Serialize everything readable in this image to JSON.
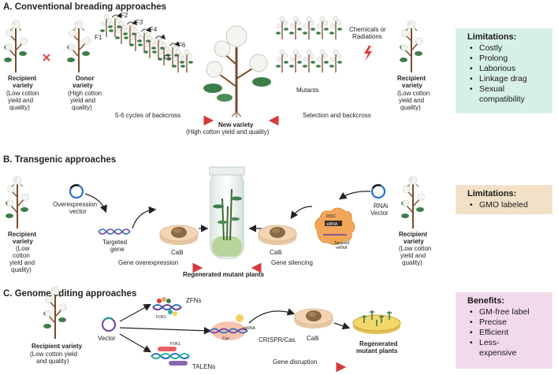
{
  "sections": {
    "a": {
      "title": "A. Conventional breading approaches",
      "recipient_label": "Recipient",
      "recipient_label2": "variety",
      "recipient_desc": [
        "(Low cotton",
        "yield and",
        "quality)"
      ],
      "donor_label": "Donor",
      "donor_label2": "variety",
      "donor_desc": [
        "(High cotton",
        "yield and",
        "quality)"
      ],
      "generations": [
        "F1",
        "F2",
        "F3",
        "F4",
        "F5",
        "F6"
      ],
      "backcross_label": "5-6 cycles of backcross",
      "new_variety_label": "New variety",
      "new_variety_desc": "(High cotton yield and quality)",
      "mutants_label": "Mutants",
      "chem_label": [
        "Chemicals or",
        "Radiations"
      ],
      "selection_label": "Selection and backcross",
      "recipient2_label": "Recipient",
      "recipient2_label2": "variety",
      "recipient2_desc": [
        "(Low cotton",
        "yield and",
        "quality)"
      ]
    },
    "b": {
      "title": "B. Transgenic approaches",
      "recipient_label": "Recipient",
      "recipient_label2": "variety",
      "recipient_desc": [
        "(Low",
        "cotton",
        "yield and",
        "quality)"
      ],
      "overexpression_vector": [
        "Overexpression",
        "vector"
      ],
      "targeted_gene": [
        "Targeted",
        "gene"
      ],
      "calli_left": "Calli",
      "calli_right": "Calli",
      "gene_overexpression": "Gene overexpression",
      "gene_silencing": "Gene silencing",
      "regenerated": "Regenerated mutant plants",
      "rnai_vector": [
        "RNAi",
        "Vector"
      ],
      "risc": "RISC",
      "sirna": "siRNA",
      "targeted_mrna": [
        "Targeted",
        "mRNA"
      ],
      "recipient2_label": "Recipient",
      "recipient2_label2": "variety",
      "recipient2_desc": [
        "(Low cotton",
        "yield and",
        "quality)"
      ]
    },
    "c": {
      "title": "C. Genome editing approaches",
      "recipient_label": "Recipient  variety",
      "recipient_desc": [
        "(Low cotton yield",
        "and quality)"
      ],
      "vector": "Vector",
      "zfns": "ZFNs",
      "fok1_top": "FOK1",
      "fok1_bottom": "FOK1",
      "cas": "Cas",
      "sgrna": "sgRNA",
      "crispr": "CRISPR/Cas",
      "talens": "TALENs",
      "calli": "Calli",
      "regenerated": [
        "Regenerated",
        "mutant plants"
      ],
      "gene_disruption": "Gene disruption"
    }
  },
  "boxes": {
    "a": {
      "title": "Limitations:",
      "items": [
        "Costly",
        "Prolong",
        "Laborious",
        "Linkage drag",
        "Sexual",
        "compatibility"
      ],
      "color": "#d7efe9"
    },
    "b": {
      "title": "Limitations:",
      "items": [
        "GMO labeled"
      ],
      "color": "#f2e1c6"
    },
    "c": {
      "title": "Benefits:",
      "items": [
        "GM-free label",
        "Precise",
        "Efficient",
        "Less-",
        "expensive"
      ],
      "color": "#f3d9ec"
    }
  },
  "colors": {
    "arrow_red": "#d63a3a",
    "cross_red": "#d9534f",
    "stem": "#7a4b2a",
    "leaf": "#3e7d4a",
    "boll": "#f4f4f0",
    "bolt": "#e03a3a",
    "callus": "#8a6a45",
    "dish": "#f3d5b5"
  }
}
